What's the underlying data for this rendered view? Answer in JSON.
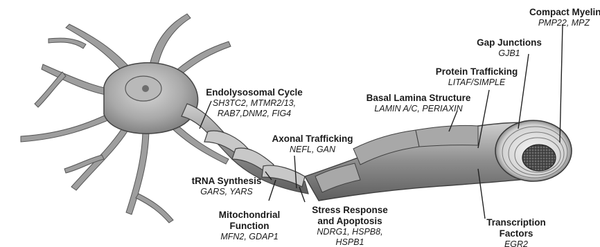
{
  "labels": {
    "compact_myelin": {
      "title": "Compact Myelin",
      "genes": [
        "PMP22, MPZ"
      ]
    },
    "gap_junctions": {
      "title": "Gap Junctions",
      "genes": [
        "GJB1"
      ]
    },
    "protein_trafficking": {
      "title": "Protein Trafficking",
      "genes": [
        "LITAF/SIMPLE"
      ]
    },
    "basal_lamina": {
      "title": "Basal Lamina Structure",
      "genes": [
        "LAMIN A/C, PERIAXIN"
      ]
    },
    "endolysosomal": {
      "title": "Endolysosomal Cycle",
      "genes": [
        "SH3TC2, MTMR2/13,",
        "RAB7,DNM2, FIG4"
      ]
    },
    "axonal_trafficking": {
      "title": "Axonal Trafficking",
      "genes": [
        "NEFL, GAN"
      ]
    },
    "trna_synthesis": {
      "title": "tRNA Synthesis",
      "genes": [
        "GARS, YARS"
      ]
    },
    "mitochondrial": {
      "title": "Mitochondrial\nFunction",
      "genes": [
        "MFN2, GDAP1"
      ]
    },
    "stress_response": {
      "title": "Stress Response\nand Apoptosis",
      "genes": [
        "NDRG1, HSPB8,",
        "HSPB1"
      ]
    },
    "transcription": {
      "title": "Transcription\nFactors",
      "genes": [
        "EGR2"
      ]
    }
  }
}
